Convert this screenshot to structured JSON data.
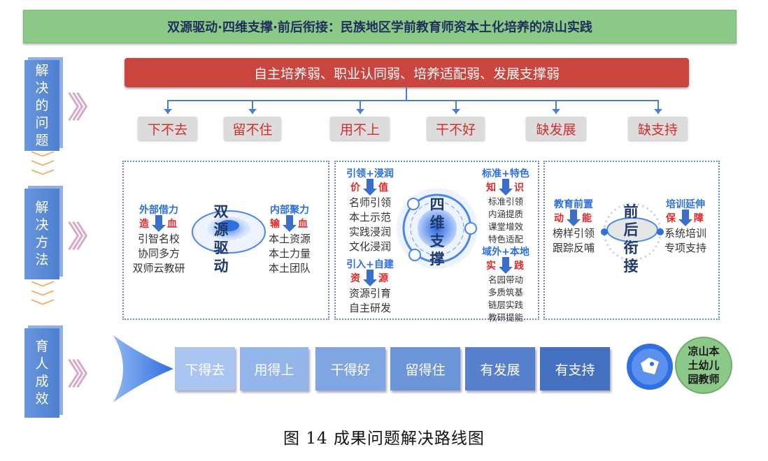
{
  "title": "双源驱动·四维支撑·前后衔接：民族地区学前教育师资本土化培养的凉山实践",
  "side_labels": [
    "解决的问题",
    "解决方法",
    "育人成效"
  ],
  "problem_summary": "自主培养弱、职业认同弱、培养适配弱、发展支撑弱",
  "problems": [
    "下不去",
    "留不住",
    "用不上",
    "干不好",
    "缺发展",
    "缺支持"
  ],
  "dual": {
    "center": "双源驱动",
    "left": {
      "head": "外部借力",
      "tag_a": "造",
      "tag_b": "血",
      "items": [
        "引智名校",
        "协同多方",
        "双师云教研"
      ]
    },
    "right": {
      "head": "内部聚力",
      "tag_a": "输",
      "tag_b": "血",
      "items": [
        "本土资源",
        "本土力量",
        "本土团队"
      ]
    }
  },
  "four": {
    "center": "四维支撑",
    "groups": [
      {
        "head": "引领+浸润",
        "tag_a": "价",
        "tag_b": "值",
        "items": [
          "名师引领",
          "本土示范",
          "实践浸润",
          "文化浸润"
        ]
      },
      {
        "head": "引入+自建",
        "tag_a": "资",
        "tag_b": "源",
        "items": [
          "资源引育",
          "自主研发"
        ]
      },
      {
        "head": "标准+特色",
        "tag_a": "知",
        "tag_b": "识",
        "items": [
          "标准引领",
          "内涵提质",
          "课堂增效",
          "特色适配"
        ]
      },
      {
        "head": "域外+本地",
        "tag_a": "实",
        "tag_b": "践",
        "items": [
          "名园带动",
          "多质筑基",
          "链层实践",
          "教研提能"
        ]
      }
    ]
  },
  "link": {
    "center": "前后衔接",
    "left": {
      "head": "教育前置",
      "tag_a": "动",
      "tag_b": "能",
      "items": [
        "榜样引领",
        "跟踪反哺"
      ]
    },
    "right": {
      "head": "培训延伸",
      "tag_a": "保",
      "tag_b": "障",
      "items": [
        "系统培训",
        "专项支持"
      ]
    }
  },
  "outcomes": [
    "下得去",
    "用得上",
    "干得好",
    "留得住",
    "有发展",
    "有支持"
  ],
  "target": "凉山本土幼儿园教师",
  "caption": "图 14  成果问题解决路线图"
}
